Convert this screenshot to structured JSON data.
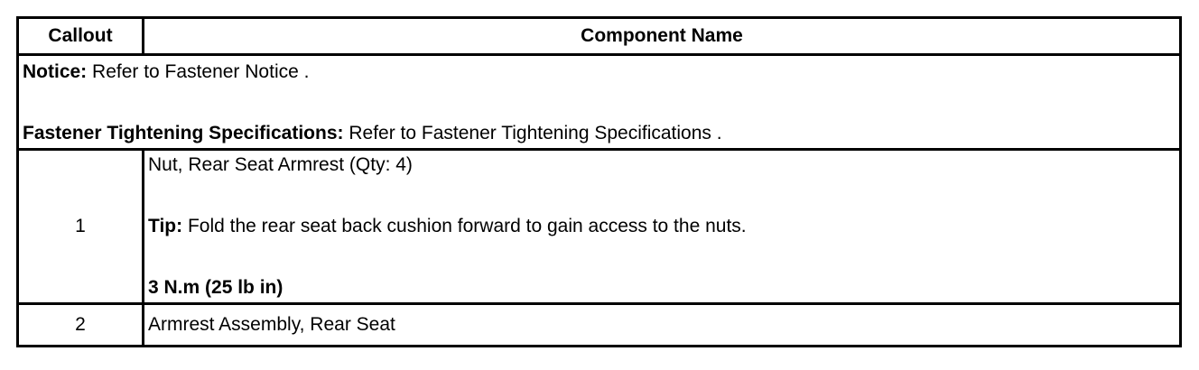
{
  "table": {
    "headers": {
      "callout": "Callout",
      "component_name": "Component Name"
    },
    "notice": {
      "notice_label": "Notice:",
      "notice_text": " Refer to Fastener Notice .",
      "spec_label": "Fastener Tightening Specifications:",
      "spec_text": " Refer to Fastener Tightening Specifications ."
    },
    "rows": [
      {
        "callout": "1",
        "name": "Nut, Rear Seat Armrest (Qty: 4)",
        "tip_label": "Tip:",
        "tip_text": " Fold the rear seat back cushion forward to gain access to the nuts.",
        "torque": "3 N.m (25 lb in)"
      },
      {
        "callout": "2",
        "name": "Armrest Assembly, Rear Seat"
      }
    ]
  }
}
